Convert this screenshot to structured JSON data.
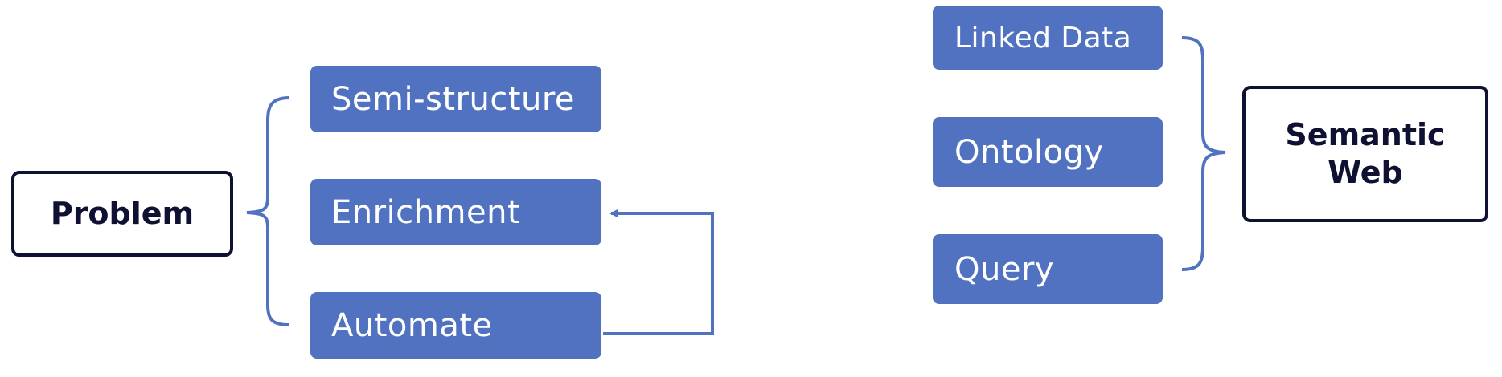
{
  "colors": {
    "box_fill": "#5072c0",
    "box_text": "#ffffff",
    "outline": "#0f1133",
    "connector": "#5072c0"
  },
  "left_group": {
    "root": "Problem",
    "items": [
      "Semi-structure",
      "Enrichment",
      "Automate"
    ]
  },
  "right_group": {
    "items": [
      "Linked Data",
      "Ontology",
      "Query"
    ],
    "root": "Semantic Web"
  }
}
